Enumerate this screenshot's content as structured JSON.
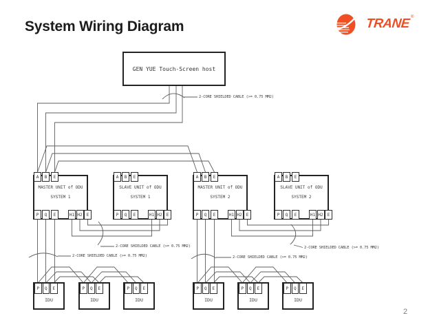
{
  "title": "System Wiring Diagram",
  "logo": {
    "brand": "TRANE",
    "reg_mark": "®",
    "color": "#F04E23"
  },
  "host": {
    "label": "GEN YUE Touch-Screen host"
  },
  "cable_label": "2-CORE SHIELDED CABLE (>= 0.75 MM2)",
  "odus": [
    {
      "name": "MASTER UNIT of ODU",
      "system": "SYSTEM 1",
      "terminals_top": [
        "A",
        "B",
        "E"
      ],
      "terminals_pqe": [
        "P",
        "Q",
        "E"
      ],
      "terminals_h": [
        "H1",
        "H2",
        "E"
      ]
    },
    {
      "name": "SLAVE UNIT of ODU",
      "system": "SYSTEM 1",
      "terminals_top": [
        "A",
        "B",
        "E"
      ],
      "terminals_pqe": [
        "P",
        "Q",
        "E"
      ],
      "terminals_h": [
        "H1",
        "H2",
        "E"
      ]
    },
    {
      "name": "MASTER UNIT of ODU",
      "system": "SYSTEM 2",
      "terminals_top": [
        "A",
        "B",
        "E"
      ],
      "terminals_pqe": [
        "P",
        "Q",
        "E"
      ],
      "terminals_h": [
        "H1",
        "H2",
        "E"
      ]
    },
    {
      "name": "SLAVE UNIT of ODU",
      "system": "SYSTEM 2",
      "terminals_top": [
        "A",
        "B",
        "E"
      ],
      "terminals_pqe": [
        "P",
        "Q",
        "E"
      ],
      "terminals_h": [
        "H1",
        "H2",
        "E"
      ]
    }
  ],
  "idus": [
    {
      "label": "IDU",
      "terminals": [
        "P",
        "Q",
        "E"
      ]
    },
    {
      "label": "IDU",
      "terminals": [
        "P",
        "Q",
        "E"
      ]
    },
    {
      "label": "IDU",
      "terminals": [
        "P",
        "Q",
        "E"
      ]
    },
    {
      "label": "IDU",
      "terminals": [
        "P",
        "Q",
        "E"
      ]
    },
    {
      "label": "IDU",
      "terminals": [
        "P",
        "Q",
        "E"
      ]
    },
    {
      "label": "IDU",
      "terminals": [
        "P",
        "Q",
        "E"
      ]
    }
  ],
  "page_number": "2",
  "colors": {
    "accent": "#F04E23",
    "wire": "#5c5c5c",
    "box_border": "#222222"
  }
}
